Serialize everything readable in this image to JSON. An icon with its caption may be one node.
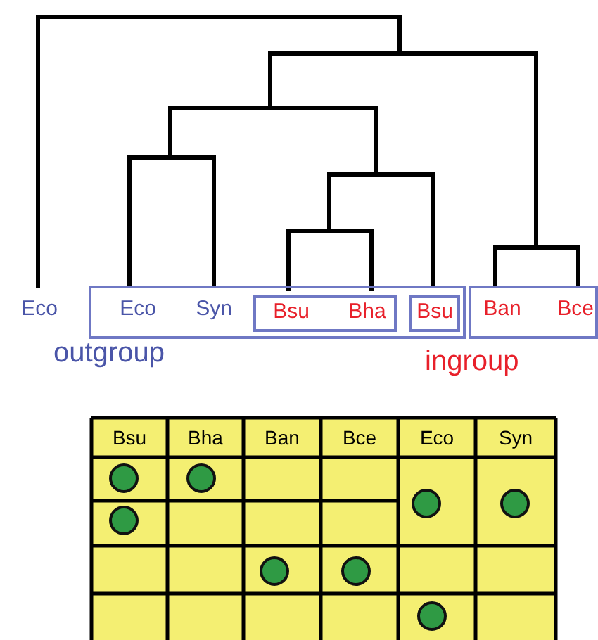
{
  "diagram": {
    "nodes": [
      {
        "text": [
          "Eco"
        ]
      },
      {
        "text": [],
        "shape": "box"
      },
      {
        "text": [
          "Eco"
        ],
        "in": 1
      },
      {
        "text": [
          "Syn"
        ],
        "in": 1
      },
      {
        "text": [],
        "shape": "box",
        "in": 1
      },
      {
        "text": [
          "Bsu"
        ],
        "in": 4
      },
      {
        "text": [
          "Bha"
        ],
        "in": 4
      },
      {
        "text": [],
        "shape": "box",
        "in": 1
      },
      {
        "text": [
          "Bsu"
        ],
        "in": 7
      },
      {
        "text": [],
        "shape": "box"
      },
      {
        "text": [
          "Ban"
        ],
        "in": 9
      },
      {
        "text": [
          "Bce"
        ],
        "in": 9
      }
    ],
    "edges": [],
    "labels": [
      "outgroup",
      "ingroup",
      "Bsu",
      "Bha",
      "Ban",
      "Bce",
      "Eco",
      "Syn"
    ]
  }
}
